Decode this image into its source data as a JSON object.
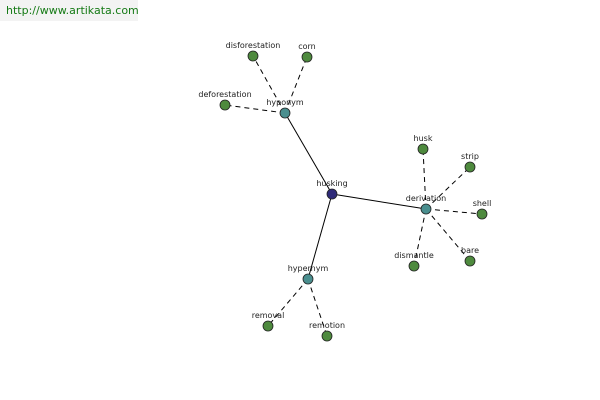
{
  "header": {
    "url": "http://www.artikata.com"
  },
  "colors": {
    "root": "#2e2a78",
    "relation": "#4a8f8f",
    "leaf": "#4e8a3e",
    "url_text": "#157a15"
  },
  "graph": {
    "root": "husking",
    "relations": [
      {
        "label": "hyponym",
        "leaves": [
          "disforestation",
          "corn",
          "deforestation"
        ]
      },
      {
        "label": "derivation",
        "leaves": [
          "husk",
          "strip",
          "shell",
          "bare",
          "dismantle"
        ]
      },
      {
        "label": "hypernym",
        "leaves": [
          "removal",
          "remotion"
        ]
      }
    ]
  }
}
